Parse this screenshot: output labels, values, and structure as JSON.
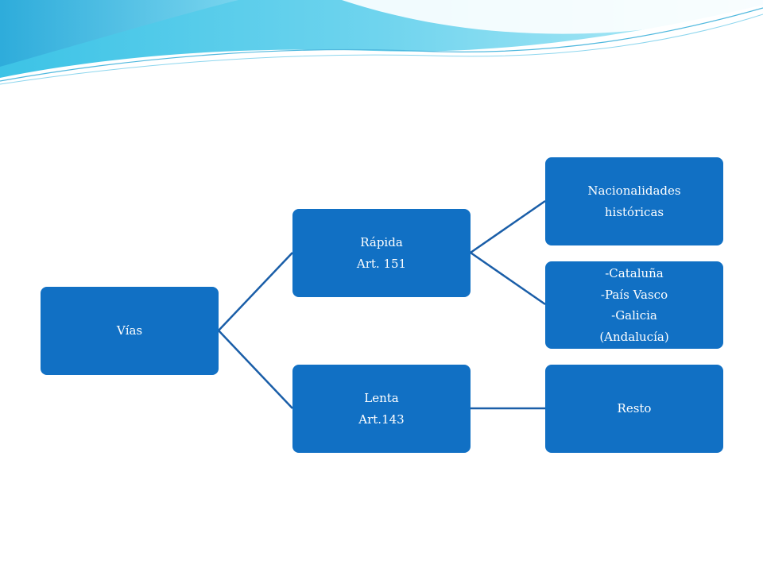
{
  "diagram": {
    "root": {
      "label": "Vías"
    },
    "branches": [
      {
        "lines": [
          "Rápida",
          "Art. 151"
        ],
        "children": [
          {
            "lines": [
              "Nacionalidades",
              "históricas"
            ]
          },
          {
            "lines": [
              "-Cataluña",
              "-País Vasco",
              "-Galicia",
              "(Andalucía)"
            ]
          }
        ]
      },
      {
        "lines": [
          "Lenta",
          "Art.143"
        ],
        "children": [
          {
            "lines": [
              "Resto"
            ]
          }
        ]
      }
    ]
  },
  "colors": {
    "node_fill": "#1170c4",
    "node_text": "#ffffff",
    "connector": "#1a5ea8",
    "wave_light": "#9fe3f5",
    "wave_mid": "#4fc7e8",
    "wave_deep": "#2aa6d8"
  }
}
